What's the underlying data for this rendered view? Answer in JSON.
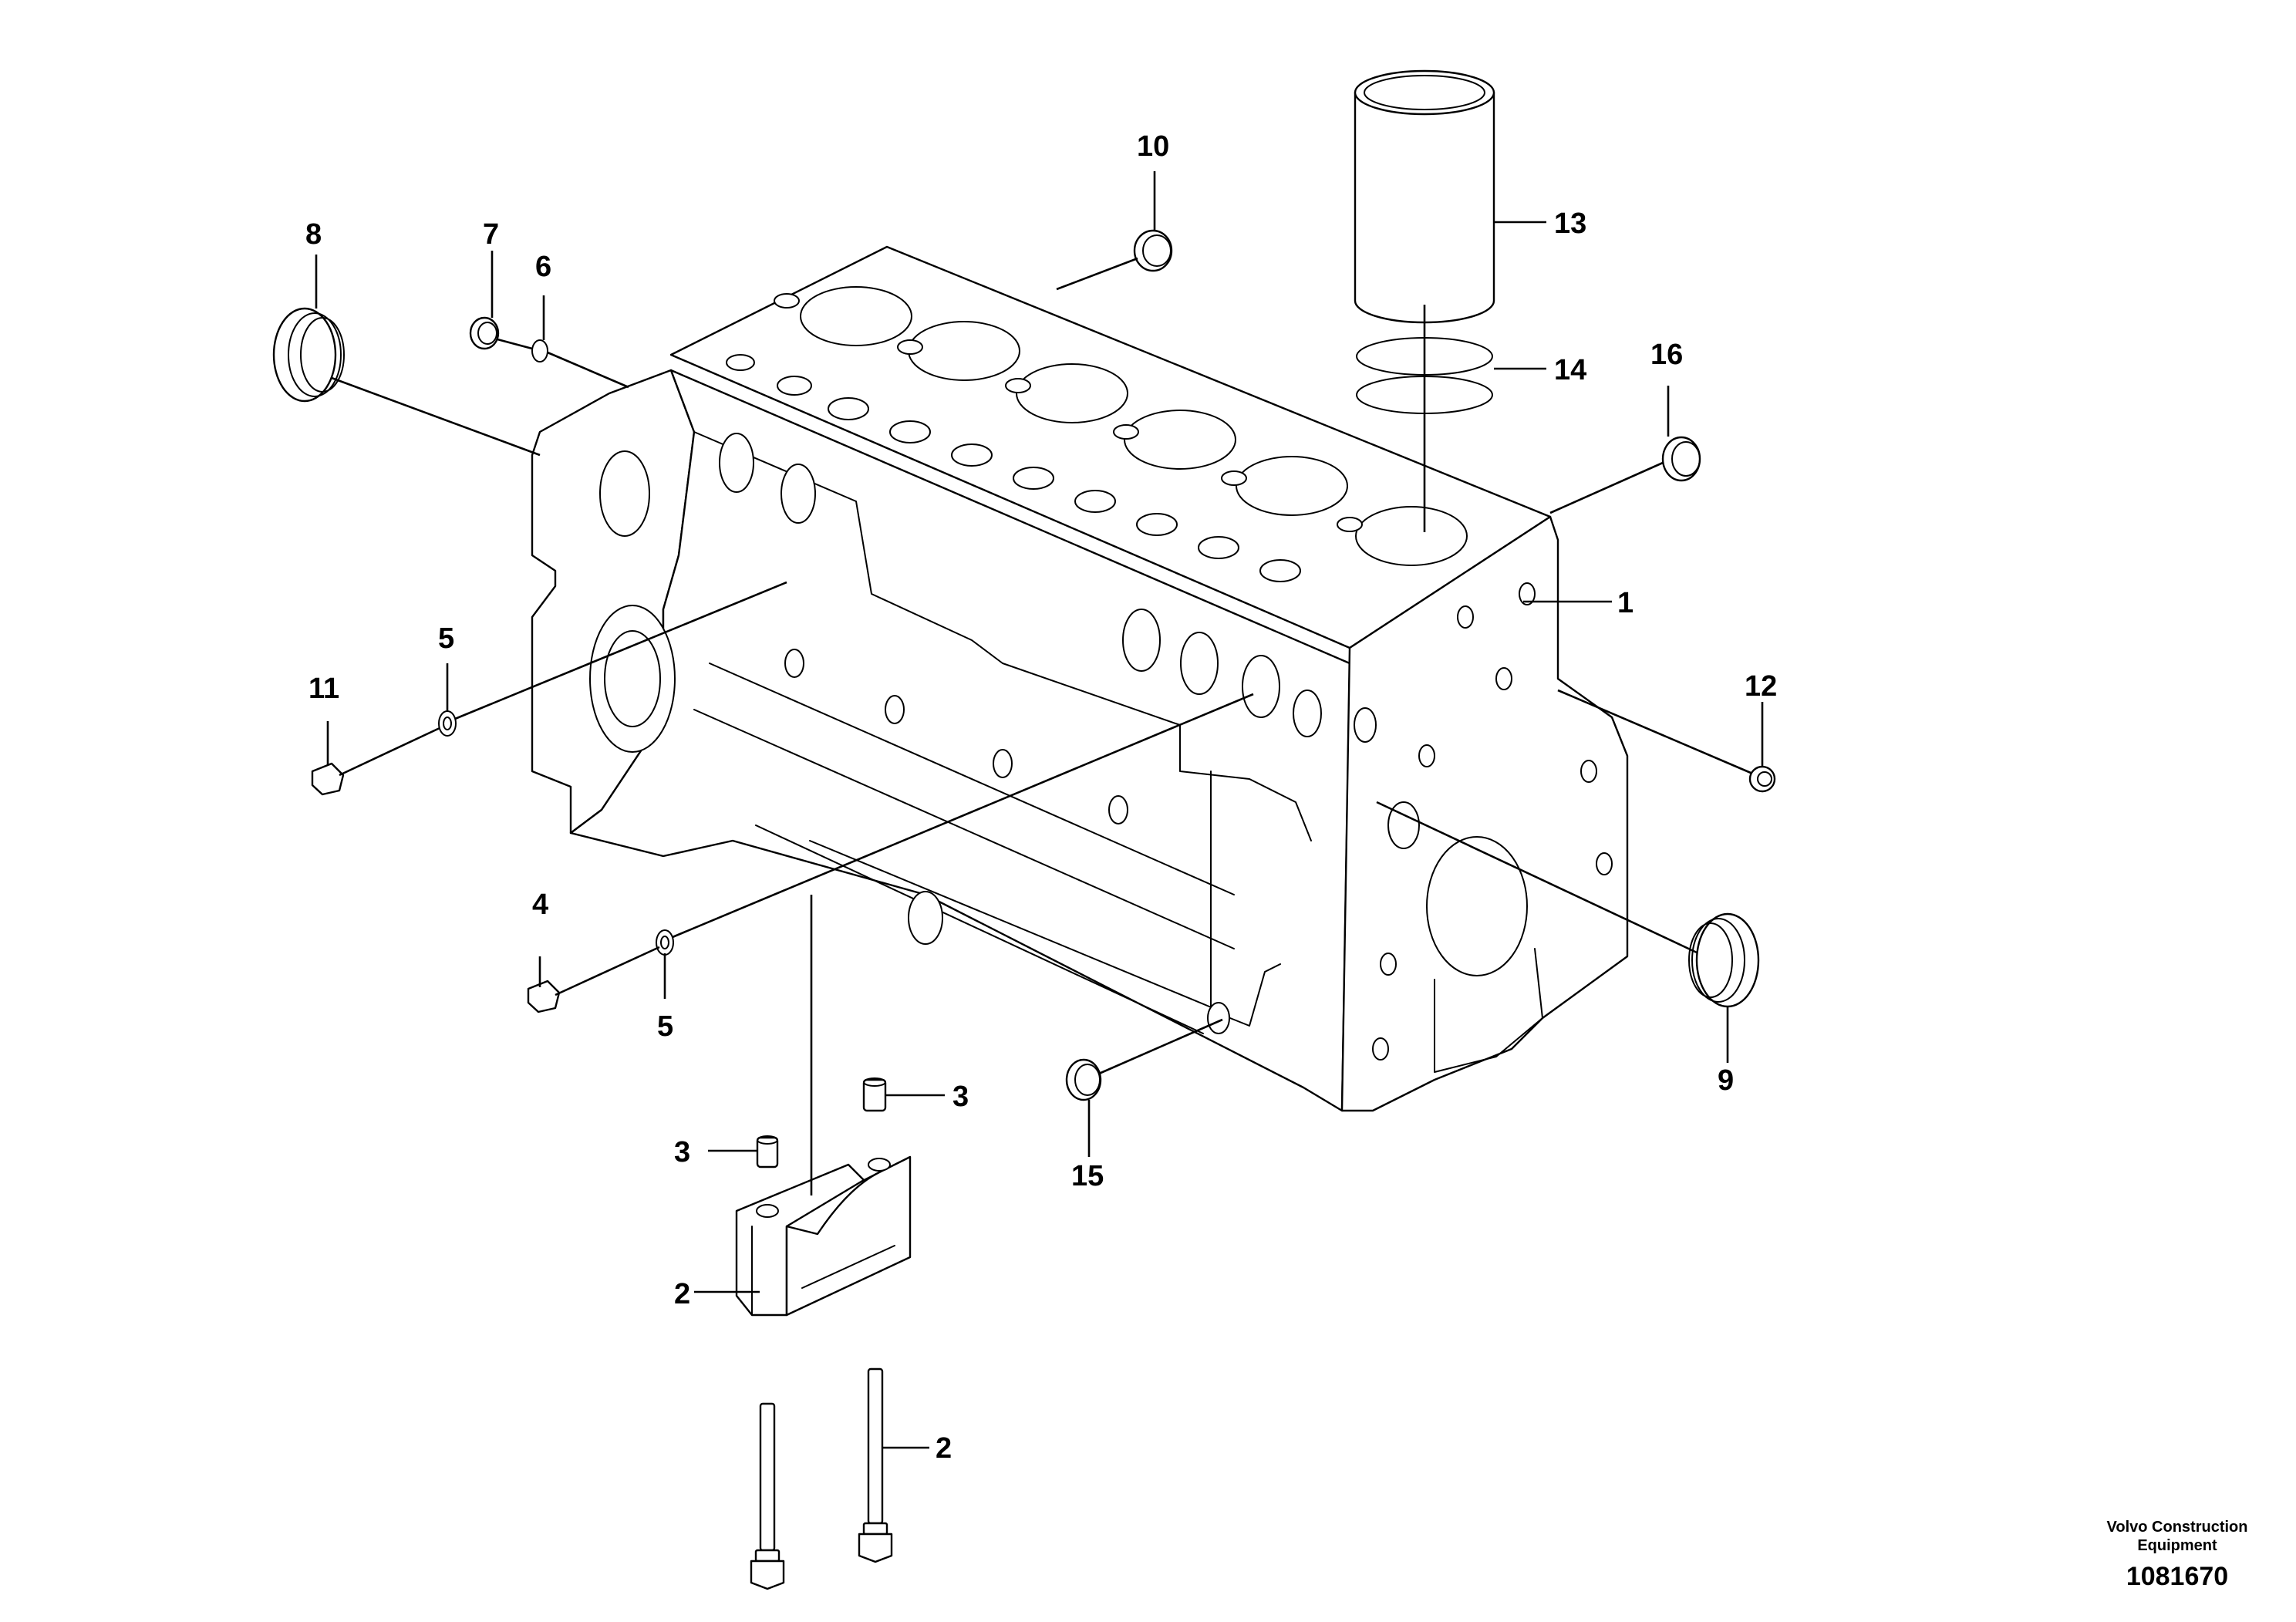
{
  "callouts": {
    "c1": "1",
    "c2a": "2",
    "c2b": "2",
    "c3a": "3",
    "c3b": "3",
    "c4": "4",
    "c5a": "5",
    "c5b": "5",
    "c6": "6",
    "c7": "7",
    "c8": "8",
    "c9": "9",
    "c10": "10",
    "c11": "11",
    "c12": "12",
    "c13": "13",
    "c14": "14",
    "c15": "15",
    "c16": "16"
  },
  "footer": {
    "brand_line1": "Volvo Construction",
    "brand_line2": "Equipment",
    "drawing_number": "1081670"
  }
}
